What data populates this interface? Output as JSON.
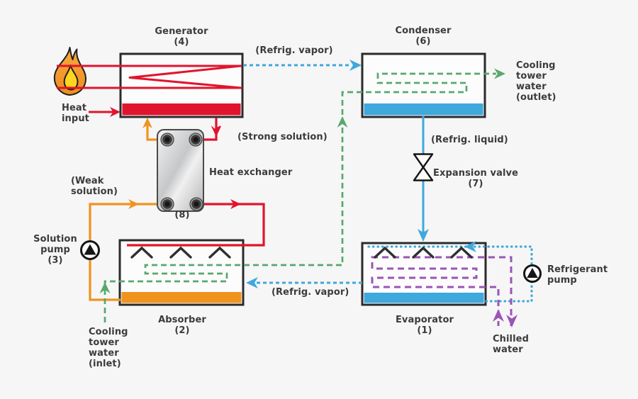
{
  "background_color": "#f6f6f6",
  "components": {
    "generator": {
      "label": "Generator",
      "number": "(4)"
    },
    "condenser": {
      "label": "Condenser",
      "number": "(6)"
    },
    "heat_exchanger": {
      "label": "Heat exchanger",
      "number": "(8)"
    },
    "absorber": {
      "label": "Absorber",
      "number": "(2)"
    },
    "evaporator": {
      "label": "Evaporator",
      "number": "(1)"
    },
    "expansion_valve": {
      "label": "Expansion valve",
      "number": "(7)"
    },
    "solution_pump": {
      "lines": [
        "Solution",
        "pump",
        "(3)"
      ]
    },
    "refrigerant_pump": {
      "lines": [
        "Refrigerant",
        "pump"
      ]
    }
  },
  "flow_labels": {
    "refrig_vapor_top": "(Refrig. vapor)",
    "refrig_vapor_bottom": "(Refrig. vapor)",
    "strong_solution": "(Strong solution)",
    "weak_solution": [
      "(Weak",
      "solution)"
    ],
    "refrig_liquid": "(Refrig. liquid)",
    "heat_input": [
      "Heat",
      "input"
    ],
    "cooling_tower_water_outlet": [
      "Cooling",
      "tower",
      "water",
      "(outlet)"
    ],
    "cooling_tower_water_inlet": [
      "Cooling",
      "tower",
      "water",
      "(inlet)"
    ],
    "chilled_water": [
      "Chilled",
      "water"
    ]
  },
  "colors": {
    "red": "#e1142e",
    "orange": "#f0931f",
    "green": "#58a86d",
    "blue": "#3fa8dd",
    "purple": "#9a55b5",
    "box_fill": "#fcfcfc",
    "box_border": "#2b2b2b",
    "text": "#3b3b3b",
    "flame_outer": "#f5a43c",
    "flame_inner": "#ffd520"
  },
  "icons": {
    "flame_icon": "flame",
    "solution_pump_icon": "circle-with-up-triangle",
    "refrigerant_pump_icon": "circle-with-up-triangle",
    "expansion_valve_icon": "bowtie-valve",
    "spray_nozzle_icon": "up-chevron"
  }
}
